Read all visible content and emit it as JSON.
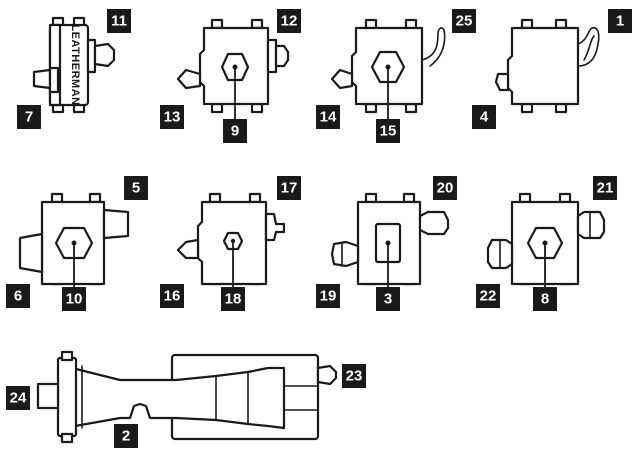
{
  "brand_text": "LEATHERMAN",
  "callouts": {
    "c1": "1",
    "c2": "2",
    "c3": "3",
    "c4": "4",
    "c5": "5",
    "c6": "6",
    "c7": "7",
    "c8": "8",
    "c9": "9",
    "c10": "10",
    "c11": "11",
    "c12": "12",
    "c13": "13",
    "c14": "14",
    "c15": "15",
    "c16": "16",
    "c17": "17",
    "c18": "18",
    "c19": "19",
    "c20": "20",
    "c21": "21",
    "c22": "22",
    "c23": "23",
    "c24": "24",
    "c25": "25"
  }
}
